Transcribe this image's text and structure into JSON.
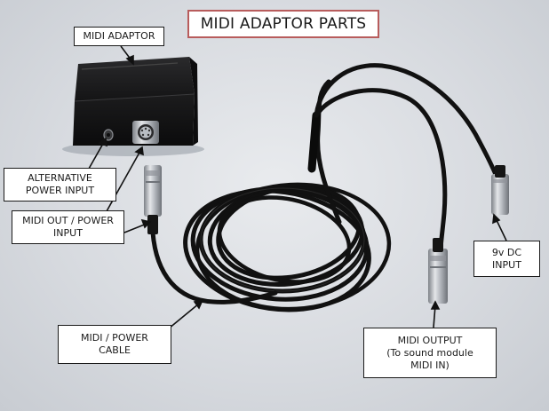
{
  "title": "MIDI ADAPTOR PARTS",
  "labels": {
    "adaptor": "MIDI ADAPTOR",
    "alt_power": "ALTERNATIVE\nPOWER INPUT",
    "midi_out_power": "MIDI OUT / POWER\nINPUT",
    "dc_input": "9v DC\nINPUT",
    "midi_power_cable": "MIDI / POWER\nCABLE",
    "midi_output": "MIDI OUTPUT\n(To sound module\nMIDI IN)"
  },
  "colors": {
    "background": "#d8dbe0",
    "cable": "#111111",
    "connector_metal": "#b8bcc2",
    "title_border": "#b85c5c",
    "label_border": "#1a1a1a"
  }
}
